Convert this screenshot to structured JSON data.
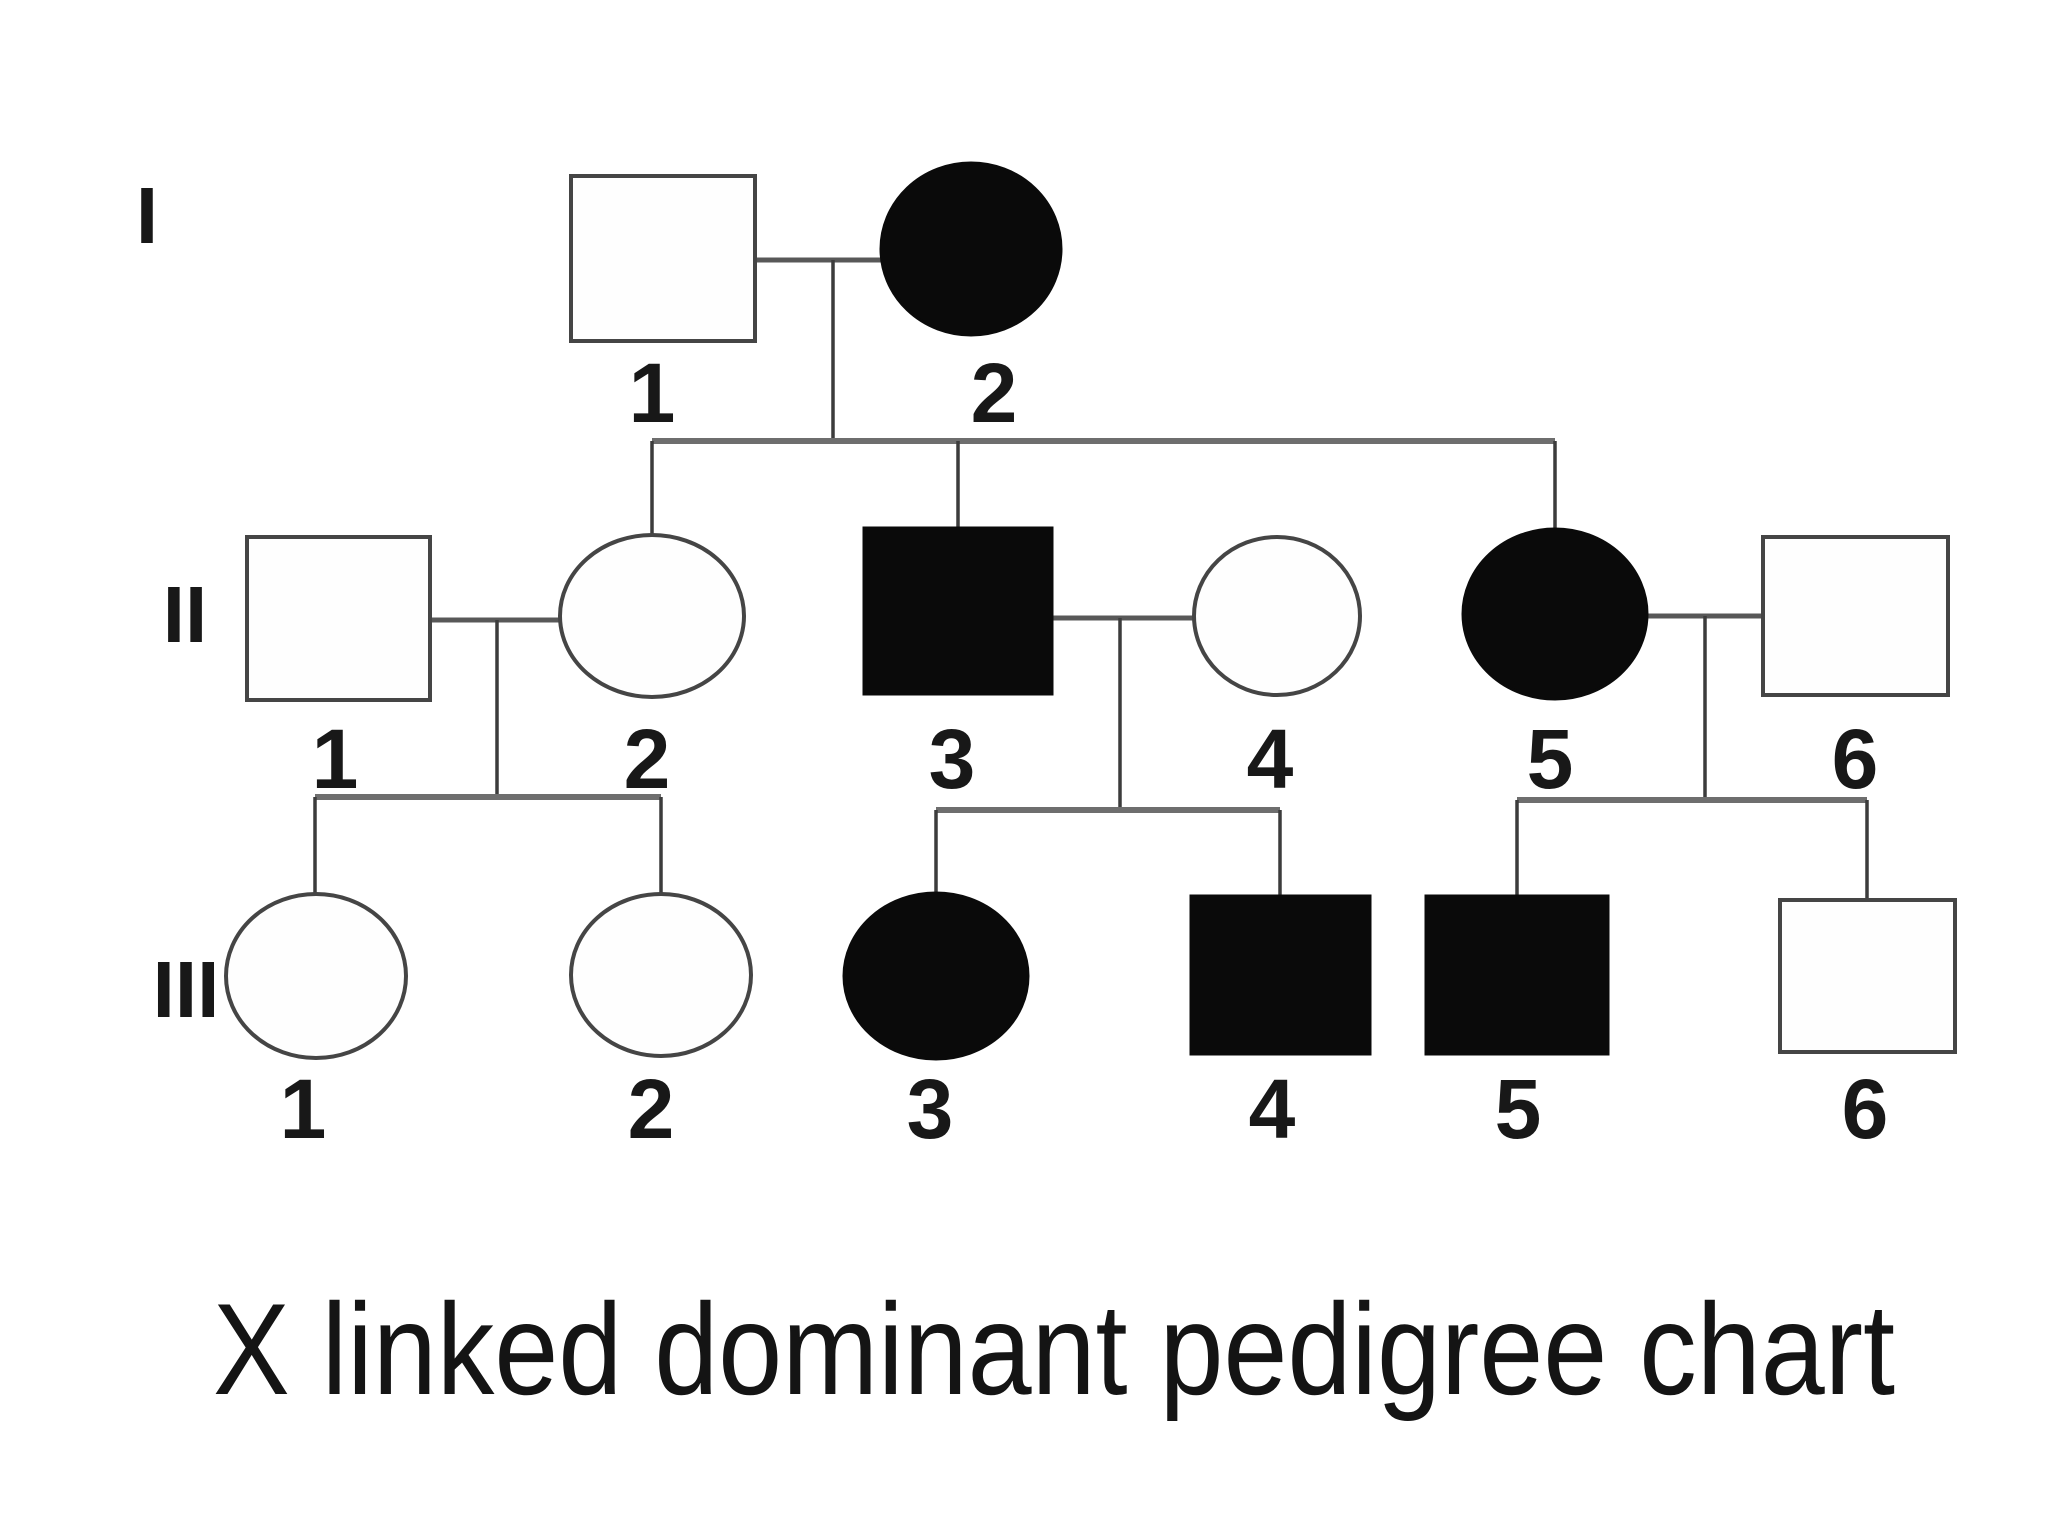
{
  "title": "X linked dominant pedigree chart",
  "colors": {
    "affected_fill": "#0a0a0a",
    "unaffected_fill": "#fefefe",
    "shape_outline": "#454545",
    "line": "#3c3c3c",
    "sibship_line": "#6e6e6e",
    "text": "#181818",
    "background": "#ffffff"
  },
  "chart_data": {
    "type": "pedigree",
    "generations": [
      {
        "label": "I",
        "individuals": [
          {
            "id": "I-1",
            "number": "1",
            "sex": "male",
            "affected": false
          },
          {
            "id": "I-2",
            "number": "2",
            "sex": "female",
            "affected": true
          }
        ]
      },
      {
        "label": "II",
        "individuals": [
          {
            "id": "II-1",
            "number": "1",
            "sex": "male",
            "affected": false
          },
          {
            "id": "II-2",
            "number": "2",
            "sex": "female",
            "affected": false
          },
          {
            "id": "II-3",
            "number": "3",
            "sex": "male",
            "affected": true
          },
          {
            "id": "II-4",
            "number": "4",
            "sex": "female",
            "affected": false
          },
          {
            "id": "II-5",
            "number": "5",
            "sex": "female",
            "affected": true
          },
          {
            "id": "II-6",
            "number": "6",
            "sex": "male",
            "affected": false
          }
        ]
      },
      {
        "label": "III",
        "individuals": [
          {
            "id": "III-1",
            "number": "1",
            "sex": "female",
            "affected": false
          },
          {
            "id": "III-2",
            "number": "2",
            "sex": "female",
            "affected": false
          },
          {
            "id": "III-3",
            "number": "3",
            "sex": "female",
            "affected": true
          },
          {
            "id": "III-4",
            "number": "4",
            "sex": "male",
            "affected": true
          },
          {
            "id": "III-5",
            "number": "5",
            "sex": "male",
            "affected": true
          },
          {
            "id": "III-6",
            "number": "6",
            "sex": "male",
            "affected": false
          }
        ]
      }
    ],
    "couples": [
      {
        "partners": [
          "I-1",
          "I-2"
        ],
        "children": [
          "II-2",
          "II-3",
          "II-5"
        ]
      },
      {
        "partners": [
          "II-1",
          "II-2"
        ],
        "children": [
          "III-1",
          "III-2"
        ]
      },
      {
        "partners": [
          "II-3",
          "II-4"
        ],
        "children": [
          "III-3",
          "III-4"
        ]
      },
      {
        "partners": [
          "II-5",
          "II-6"
        ],
        "children": [
          "III-5",
          "III-6"
        ]
      }
    ]
  }
}
